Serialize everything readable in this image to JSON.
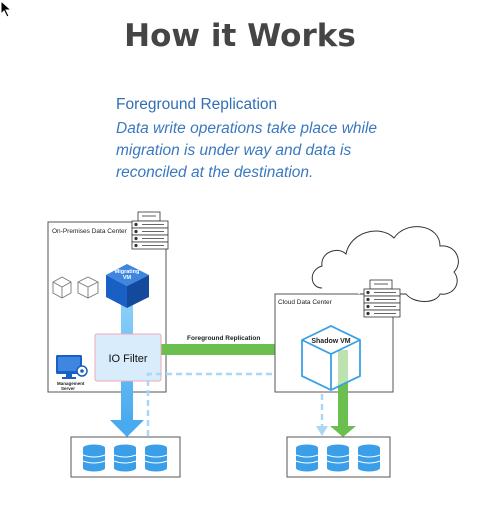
{
  "page": {
    "title": "How it Works"
  },
  "intro": {
    "heading": "Foreground Replication",
    "description": "Data write operations take place while migration is under way and data is reconciled at the destination."
  },
  "diagram": {
    "onprem_label": "On-Premises Data Center",
    "migrating_vm_label_line1": "Migrating",
    "migrating_vm_label_line2": "VM",
    "io_filter_label": "IO Filter",
    "management_label_line1": "Management",
    "management_label_line2": "Server",
    "replication_label": "Foreground Replication",
    "cloud_label": "Cloud Data Center",
    "shadow_vm_label": "Shadow VM"
  },
  "colors": {
    "title": "#454545",
    "accent_blue": "#2f6fb5",
    "vm_blue": "#1a5fc4",
    "flow_blue": "#6cc3f5",
    "replication_green": "#6bbf4e",
    "io_filter_fill": "#d9ecfb",
    "io_filter_border": "#f3a7b8"
  }
}
